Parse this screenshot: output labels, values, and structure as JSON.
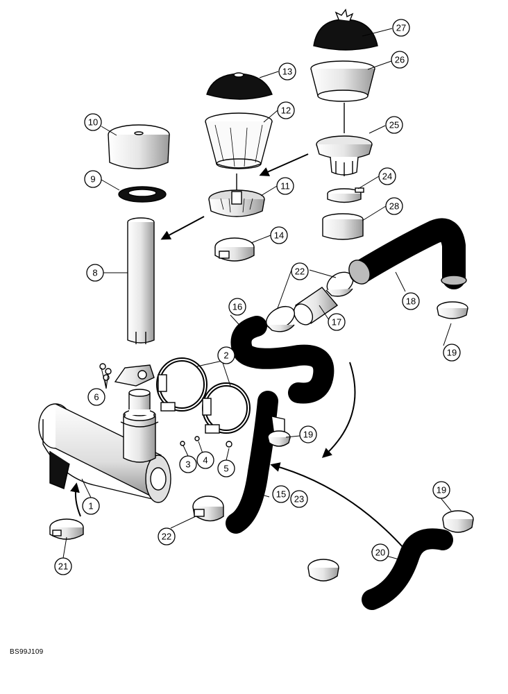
{
  "diagram": {
    "code": "BS99J109",
    "callouts": [
      "1",
      "2",
      "3",
      "4",
      "5",
      "6",
      "8",
      "9",
      "10",
      "11",
      "12",
      "13",
      "14",
      "15",
      "16",
      "17",
      "18",
      "19",
      "19",
      "19",
      "20",
      "21",
      "22",
      "22",
      "23",
      "24",
      "25",
      "26",
      "27",
      "28"
    ]
  },
  "colors": {
    "ink": "#000000",
    "paper": "#ffffff",
    "shade": "#cfcfcf"
  }
}
